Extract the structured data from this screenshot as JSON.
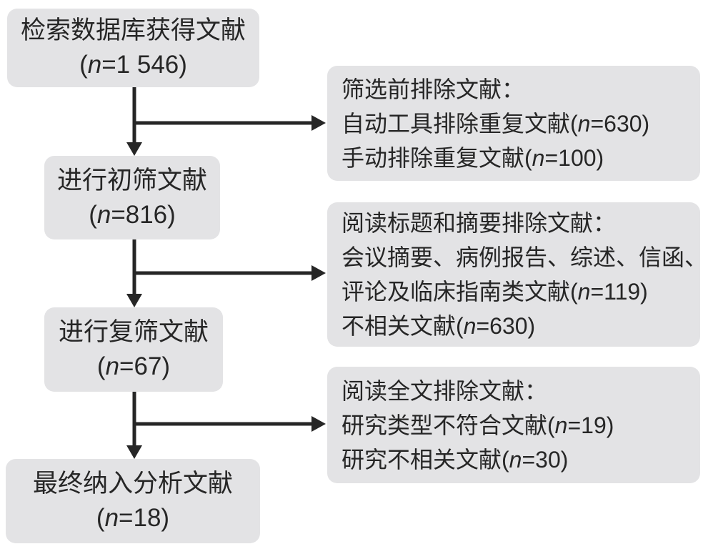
{
  "diagram": {
    "colors": {
      "background": "#ffffff",
      "box_fill": "#e3e3e5",
      "text": "#262626",
      "arrow": "#262626"
    },
    "nodes": {
      "search": {
        "lines": [
          [
            {
              "t": "检索数据库获得文献"
            }
          ],
          [
            {
              "t": "("
            },
            {
              "t": "n",
              "i": true
            },
            {
              "t": "=1 546)"
            }
          ]
        ]
      },
      "excl1": {
        "lines": [
          [
            {
              "t": "筛选前排除文献："
            }
          ],
          [
            {
              "t": "自动工具排除重复文献("
            },
            {
              "t": "n",
              "i": true
            },
            {
              "t": "=630)"
            }
          ],
          [
            {
              "t": "手动排除重复文献("
            },
            {
              "t": "n",
              "i": true
            },
            {
              "t": "=100)"
            }
          ]
        ]
      },
      "initial": {
        "lines": [
          [
            {
              "t": "进行初筛文献"
            }
          ],
          [
            {
              "t": "("
            },
            {
              "t": "n",
              "i": true
            },
            {
              "t": "=816)"
            }
          ]
        ]
      },
      "excl2": {
        "lines": [
          [
            {
              "t": "阅读标题和摘要排除文献："
            }
          ],
          [
            {
              "t": "会议摘要、病例报告、综述、信函、"
            }
          ],
          [
            {
              "t": "评论及临床指南类文献("
            },
            {
              "t": "n",
              "i": true
            },
            {
              "t": "=119)"
            }
          ],
          [
            {
              "t": "不相关文献("
            },
            {
              "t": "n",
              "i": true
            },
            {
              "t": "=630)"
            }
          ]
        ]
      },
      "rescreen": {
        "lines": [
          [
            {
              "t": "进行复筛文献"
            }
          ],
          [
            {
              "t": "("
            },
            {
              "t": "n",
              "i": true
            },
            {
              "t": "=67)"
            }
          ]
        ]
      },
      "excl3": {
        "lines": [
          [
            {
              "t": "阅读全文排除文献："
            }
          ],
          [
            {
              "t": "研究类型不符合文献("
            },
            {
              "t": "n",
              "i": true
            },
            {
              "t": "=19)"
            }
          ],
          [
            {
              "t": "研究不相关文献("
            },
            {
              "t": "n",
              "i": true
            },
            {
              "t": "=30)"
            }
          ]
        ]
      },
      "final": {
        "lines": [
          [
            {
              "t": "最终纳入分析文献"
            }
          ],
          [
            {
              "t": "("
            },
            {
              "t": "n",
              "i": true
            },
            {
              "t": "=18)"
            }
          ]
        ]
      }
    }
  }
}
